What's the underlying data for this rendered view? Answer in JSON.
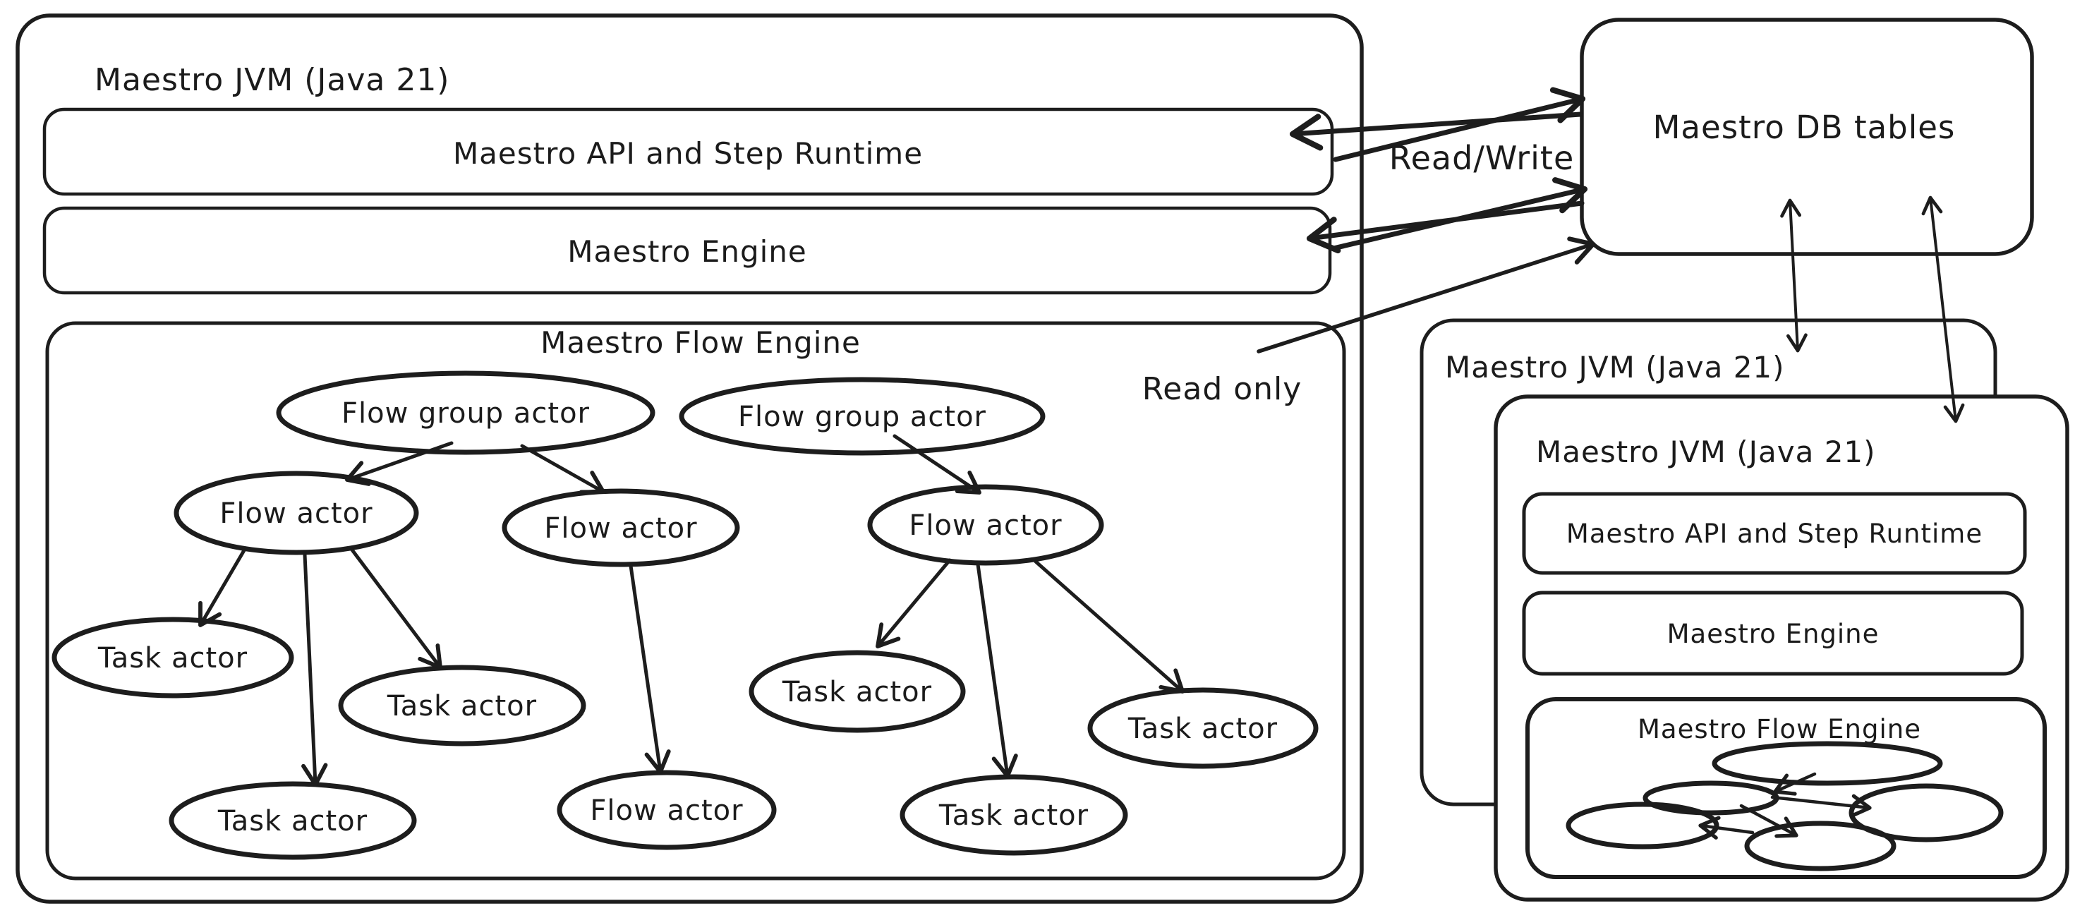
{
  "colors": {
    "ink": "#1d1d1d",
    "background": "#ffffff"
  },
  "left_jvm": {
    "title": "Maestro JVM (Java 21)",
    "api_runtime_label": "Maestro API and Step Runtime",
    "engine_label": "Maestro Engine",
    "flow_engine": {
      "title": "Maestro Flow Engine",
      "nodes": [
        {
          "id": "flow-group-actor-1",
          "label": "Flow group actor"
        },
        {
          "id": "flow-group-actor-2",
          "label": "Flow group actor"
        },
        {
          "id": "flow-actor-left",
          "label": "Flow actor"
        },
        {
          "id": "flow-actor-mid",
          "label": "Flow actor"
        },
        {
          "id": "flow-actor-right",
          "label": "Flow actor"
        },
        {
          "id": "task-actor-1",
          "label": "Task actor"
        },
        {
          "id": "task-actor-2",
          "label": "Task actor"
        },
        {
          "id": "task-actor-3",
          "label": "Task actor"
        },
        {
          "id": "flow-actor-bottom",
          "label": "Flow actor"
        },
        {
          "id": "task-actor-4",
          "label": "Task actor"
        },
        {
          "id": "task-actor-5",
          "label": "Task actor"
        },
        {
          "id": "task-actor-6",
          "label": "Task actor"
        }
      ]
    }
  },
  "db_tables": {
    "title": "Maestro DB tables"
  },
  "connections": {
    "read_write_label": "Read/Write",
    "read_only_label": "Read only"
  },
  "replica_jvm_back": {
    "title": "Maestro JVM (Java 21)"
  },
  "replica_jvm_front": {
    "title": "Maestro JVM (Java 21)",
    "api_runtime_label": "Maestro API and Step Runtime",
    "engine_label": "Maestro Engine",
    "flow_engine_title": "Maestro Flow Engine"
  }
}
